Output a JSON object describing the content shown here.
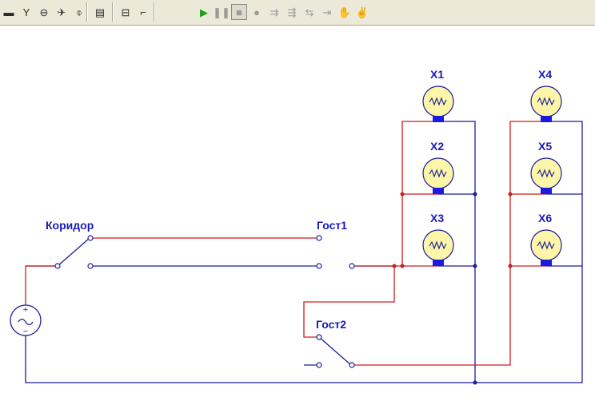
{
  "toolbar": {
    "left_tools": [
      "voltmeter-icon",
      "antenna-icon",
      "meter-icon",
      "probe-icon",
      "ammeter-icon"
    ],
    "mid_tools": [
      "component-icon"
    ],
    "right_tools": [
      "subcircuit-icon",
      "step-icon"
    ],
    "sim_tools": [
      "run-icon",
      "pause-icon",
      "stop-icon",
      "record-icon",
      "step-into-icon",
      "step-over-icon",
      "step-out-icon",
      "run-to-cursor-icon",
      "breakpoint-icon",
      "pause-at-icon"
    ]
  },
  "circuit": {
    "switch_corridor": "Коридор",
    "switch_guest1": "Гост1",
    "switch_guest2": "Гост2",
    "lamps": [
      "X1",
      "X2",
      "X3",
      "X4",
      "X5",
      "X6"
    ]
  },
  "colors": {
    "wire_blue": "#1c1c9c",
    "wire_red": "#d01c1c",
    "label": "#1a1ab8",
    "lamp_glass": "#fdf6a8",
    "lamp_base": "#1a1ae0"
  }
}
